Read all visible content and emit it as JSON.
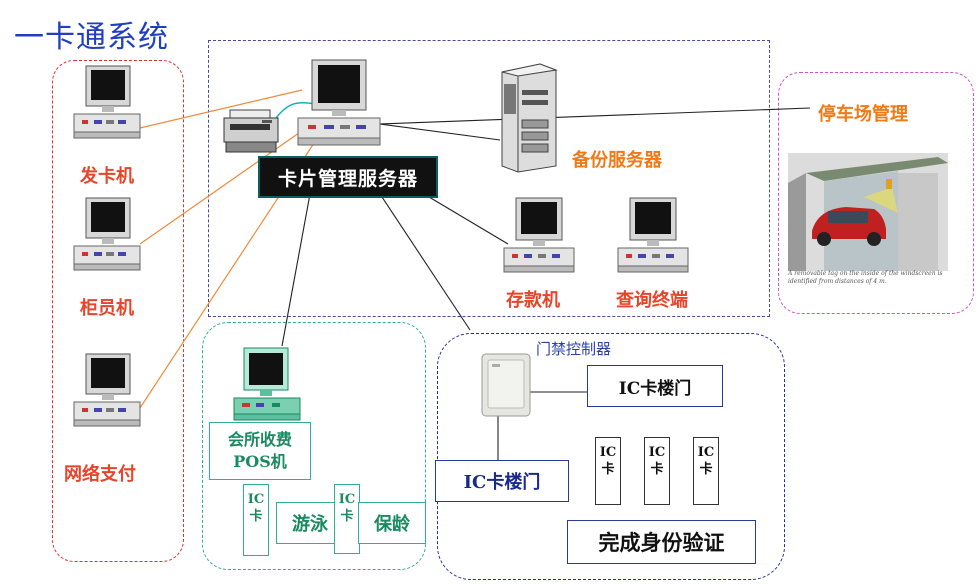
{
  "title": "一卡通系统",
  "labels": {
    "card_issuer": "发卡机",
    "teller": "柜员机",
    "online_payment": "网络支付",
    "card_server": "卡片管理服务器",
    "backup_server": "备份服务器",
    "deposit_machine": "存款机",
    "query_terminal": "查询终端",
    "parking": "停车场管理",
    "door_controller": "门禁控制器",
    "ic_door_1": "IC卡楼门",
    "ic_door_2": "IC卡楼门",
    "verify": "完成身份验证",
    "pos_line1": "会所收费",
    "pos_line2": "POS机",
    "swimming": "游泳",
    "bowling": "保龄"
  },
  "cards": {
    "line1": "IC",
    "line2": "卡"
  },
  "photo_caption": "A removable tag on the inside of the windscreen is identified from distances of 4 m.",
  "colors": {
    "title": "#1f3fbf",
    "red_label": "#e8442a",
    "orange_label": "#f07a16",
    "green": "#30b090",
    "blue": "#2a3a9a"
  }
}
